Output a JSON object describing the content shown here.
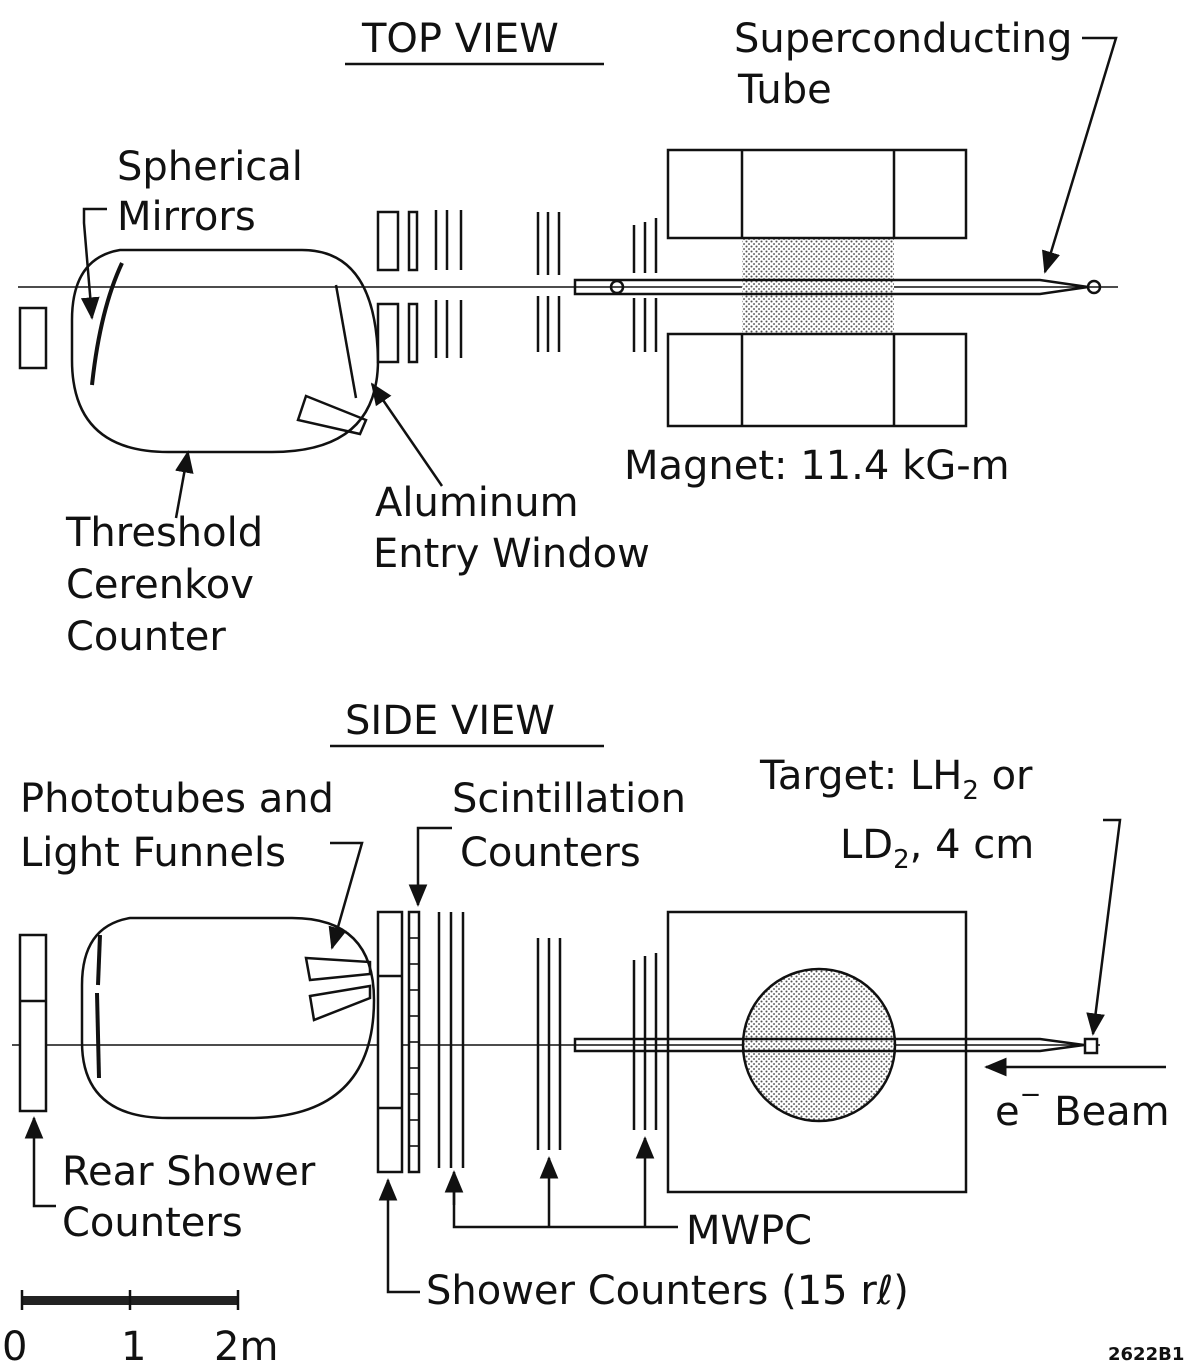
{
  "top_view": {
    "title": "TOP VIEW",
    "superconducting_tube": [
      "Superconducting",
      "Tube"
    ],
    "spherical_mirrors": [
      "Spherical",
      "Mirrors"
    ],
    "magnet": "Magnet: 11.4 kG-m",
    "aluminum_window": [
      "Aluminum",
      "Entry Window"
    ],
    "cerenkov": [
      "Threshold",
      "Cerenkov",
      "Counter"
    ]
  },
  "side_view": {
    "title": "SIDE VIEW",
    "phototubes": [
      "Phototubes and",
      "Light Funnels"
    ],
    "scintillation": [
      "Scintillation",
      "Counters"
    ],
    "target_line1_a": "Target: LH",
    "target_line1_sub": "2",
    "target_line1_b": " or",
    "target_line2_a": "LD",
    "target_line2_sub": "2",
    "target_line2_b": ", 4 cm",
    "beam_a": "e",
    "beam_sup": "−",
    "beam_b": " Beam",
    "rear_shower": [
      "Rear Shower",
      "Counters"
    ],
    "mwpc": "MWPC",
    "shower_counters": "Shower Counters (15 rℓ)"
  },
  "scale": {
    "ticks": [
      "0",
      "1",
      "2m"
    ]
  },
  "figure_id": "2622B1",
  "colors": {
    "ink": "#111111",
    "paper": "#ffffff"
  }
}
